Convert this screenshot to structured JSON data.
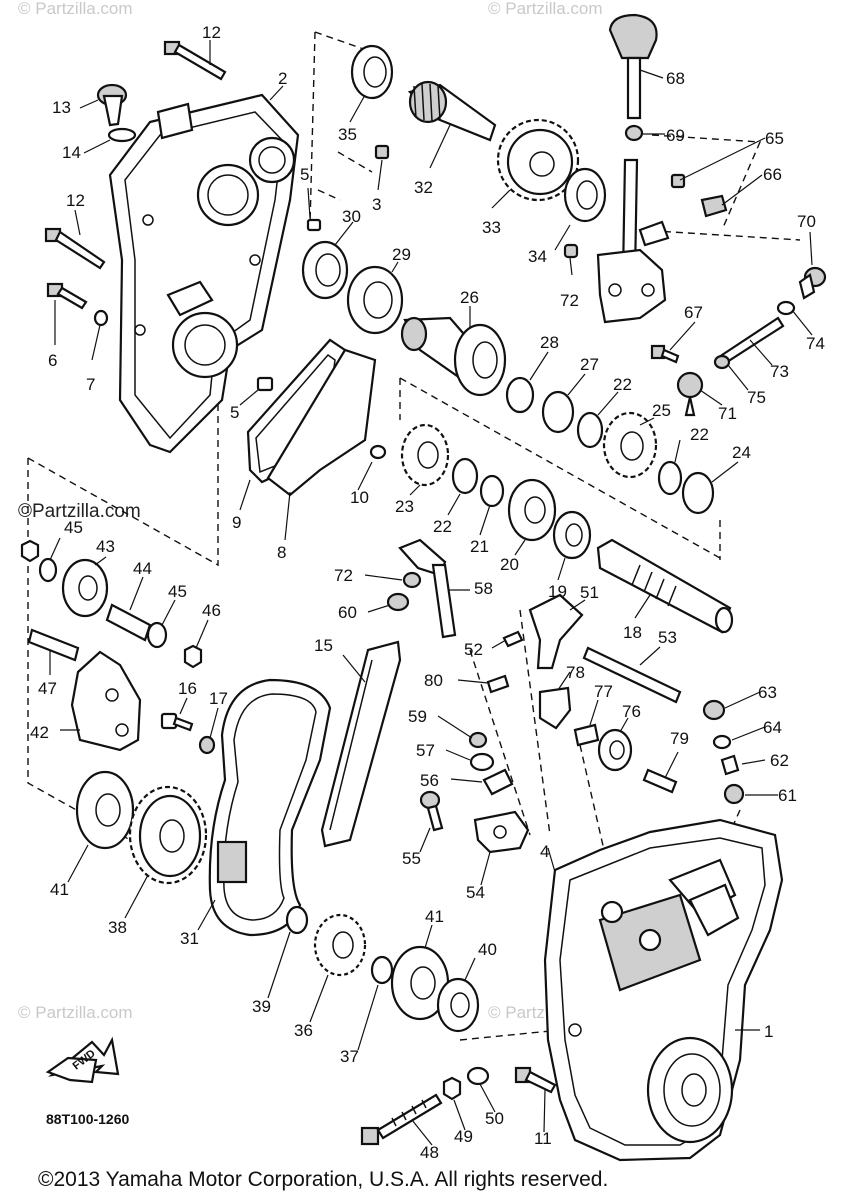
{
  "watermarks": {
    "wm1": "© Partzilla.com",
    "wm2": "© Partzilla.com",
    "wm3": "©Partzilla.com",
    "wm4": "© Partzilla.com",
    "wm5": "© Partzilla.com"
  },
  "diagram_code": "88T100-1260",
  "fwd_label": "FWD",
  "copyright": "©2013 Yamaha Motor Corporation, U.S.A. All rights reserved.",
  "callouts": [
    {
      "id": "p12a",
      "text": "12"
    },
    {
      "id": "p2",
      "text": "2"
    },
    {
      "id": "p13",
      "text": "13"
    },
    {
      "id": "p14",
      "text": "14"
    },
    {
      "id": "p12b",
      "text": "12"
    },
    {
      "id": "p6",
      "text": "6"
    },
    {
      "id": "p7",
      "text": "7"
    },
    {
      "id": "p35",
      "text": "35"
    },
    {
      "id": "p5a",
      "text": "5"
    },
    {
      "id": "p3",
      "text": "3"
    },
    {
      "id": "p30",
      "text": "30"
    },
    {
      "id": "p29",
      "text": "29"
    },
    {
      "id": "p32",
      "text": "32"
    },
    {
      "id": "p33",
      "text": "33"
    },
    {
      "id": "p34",
      "text": "34"
    },
    {
      "id": "p68",
      "text": "68"
    },
    {
      "id": "p69",
      "text": "69"
    },
    {
      "id": "p65",
      "text": "65"
    },
    {
      "id": "p66",
      "text": "66"
    },
    {
      "id": "p70",
      "text": "70"
    },
    {
      "id": "p72a",
      "text": "72"
    },
    {
      "id": "p67",
      "text": "67"
    },
    {
      "id": "p74",
      "text": "74"
    },
    {
      "id": "p73",
      "text": "73"
    },
    {
      "id": "p75",
      "text": "75"
    },
    {
      "id": "p71",
      "text": "71"
    },
    {
      "id": "p26",
      "text": "26"
    },
    {
      "id": "p28",
      "text": "28"
    },
    {
      "id": "p27",
      "text": "27"
    },
    {
      "id": "p22a",
      "text": "22"
    },
    {
      "id": "p25",
      "text": "25"
    },
    {
      "id": "p22b",
      "text": "22"
    },
    {
      "id": "p24",
      "text": "24"
    },
    {
      "id": "p5b",
      "text": "5"
    },
    {
      "id": "p10",
      "text": "10"
    },
    {
      "id": "p9",
      "text": "9"
    },
    {
      "id": "p8",
      "text": "8"
    },
    {
      "id": "p23",
      "text": "23"
    },
    {
      "id": "p22c",
      "text": "22"
    },
    {
      "id": "p21",
      "text": "21"
    },
    {
      "id": "p20",
      "text": "20"
    },
    {
      "id": "p19",
      "text": "19"
    },
    {
      "id": "p18",
      "text": "18"
    },
    {
      "id": "p45a",
      "text": "45"
    },
    {
      "id": "p43",
      "text": "43"
    },
    {
      "id": "p44",
      "text": "44"
    },
    {
      "id": "p45b",
      "text": "45"
    },
    {
      "id": "p46",
      "text": "46"
    },
    {
      "id": "p47",
      "text": "47"
    },
    {
      "id": "p42",
      "text": "42"
    },
    {
      "id": "p16",
      "text": "16"
    },
    {
      "id": "p17",
      "text": "17"
    },
    {
      "id": "p15",
      "text": "15"
    },
    {
      "id": "p72b",
      "text": "72"
    },
    {
      "id": "p58",
      "text": "58"
    },
    {
      "id": "p60",
      "text": "60"
    },
    {
      "id": "p51",
      "text": "51"
    },
    {
      "id": "p52",
      "text": "52"
    },
    {
      "id": "p53",
      "text": "53"
    },
    {
      "id": "p80",
      "text": "80"
    },
    {
      "id": "p78",
      "text": "78"
    },
    {
      "id": "p59",
      "text": "59"
    },
    {
      "id": "p77",
      "text": "77"
    },
    {
      "id": "p76",
      "text": "76"
    },
    {
      "id": "p63",
      "text": "63"
    },
    {
      "id": "p64",
      "text": "64"
    },
    {
      "id": "p62",
      "text": "62"
    },
    {
      "id": "p61",
      "text": "61"
    },
    {
      "id": "p79",
      "text": "79"
    },
    {
      "id": "p57",
      "text": "57"
    },
    {
      "id": "p56",
      "text": "56"
    },
    {
      "id": "p55",
      "text": "55"
    },
    {
      "id": "p54",
      "text": "54"
    },
    {
      "id": "p4",
      "text": "4"
    },
    {
      "id": "p41a",
      "text": "41"
    },
    {
      "id": "p38",
      "text": "38"
    },
    {
      "id": "p31",
      "text": "31"
    },
    {
      "id": "p39",
      "text": "39"
    },
    {
      "id": "p36",
      "text": "36"
    },
    {
      "id": "p37",
      "text": "37"
    },
    {
      "id": "p41b",
      "text": "41"
    },
    {
      "id": "p40",
      "text": "40"
    },
    {
      "id": "p1",
      "text": "1"
    },
    {
      "id": "p48",
      "text": "48"
    },
    {
      "id": "p49",
      "text": "49"
    },
    {
      "id": "p50",
      "text": "50"
    },
    {
      "id": "p11",
      "text": "11"
    }
  ]
}
